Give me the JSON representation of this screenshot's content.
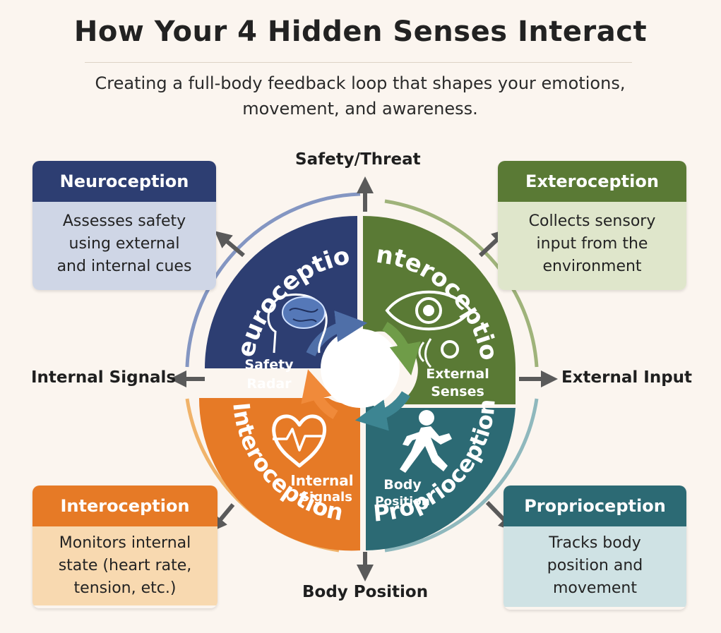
{
  "title": "How Your 4 Hidden Senses Interact",
  "subtitle": "Creating a full-body feedback loop that shapes your emotions, movement, and awareness.",
  "directions": {
    "top": "Safety/Threat",
    "left": "Internal Signals",
    "right": "External Input",
    "bottom": "Body Position"
  },
  "cards": [
    {
      "id": "neuroception",
      "title": "Neuroception",
      "lines": [
        "Assesses safety",
        "using external",
        "and internal cues"
      ],
      "head_color": "#2d3e72",
      "body_color": "#cfd6e6"
    },
    {
      "id": "exteroception",
      "title": "Exteroception",
      "lines": [
        "Collects sensory",
        "input from the",
        "environment"
      ],
      "head_color": "#5a7a35",
      "body_color": "#dfe6cb"
    },
    {
      "id": "interoception",
      "title": "Interoception",
      "lines": [
        "Monitors internal",
        "state (heart rate,",
        "tension, etc.)"
      ],
      "head_color": "#e67a26",
      "body_color": "#f8d9b0"
    },
    {
      "id": "proprioception",
      "title": "Proprioception",
      "lines": [
        "Tracks body",
        "position and",
        "movement"
      ],
      "head_color": "#2c6a74",
      "body_color": "#cfe2e4"
    }
  ],
  "wheel": {
    "quadrants": [
      {
        "id": "neuroception",
        "arc_title": "Neuroception",
        "sub_lines": [
          "Safety",
          "Radar"
        ],
        "color": "#2d3e72"
      },
      {
        "id": "exteroception",
        "arc_title": "Interoception",
        "sub_lines": [
          "External",
          "Senses"
        ],
        "color": "#5a7a35"
      },
      {
        "id": "proprioception",
        "arc_title": "Proprioception",
        "sub_lines": [
          "Body",
          "Position"
        ],
        "color": "#2c6a74"
      },
      {
        "id": "interoception",
        "arc_title": "Interoception",
        "sub_lines": [
          "Internal",
          "Signals"
        ],
        "color": "#e67a26"
      }
    ],
    "icons": [
      "brain-head-icon",
      "eye-icon",
      "running-person-icon",
      "heart-pulse-icon"
    ]
  }
}
